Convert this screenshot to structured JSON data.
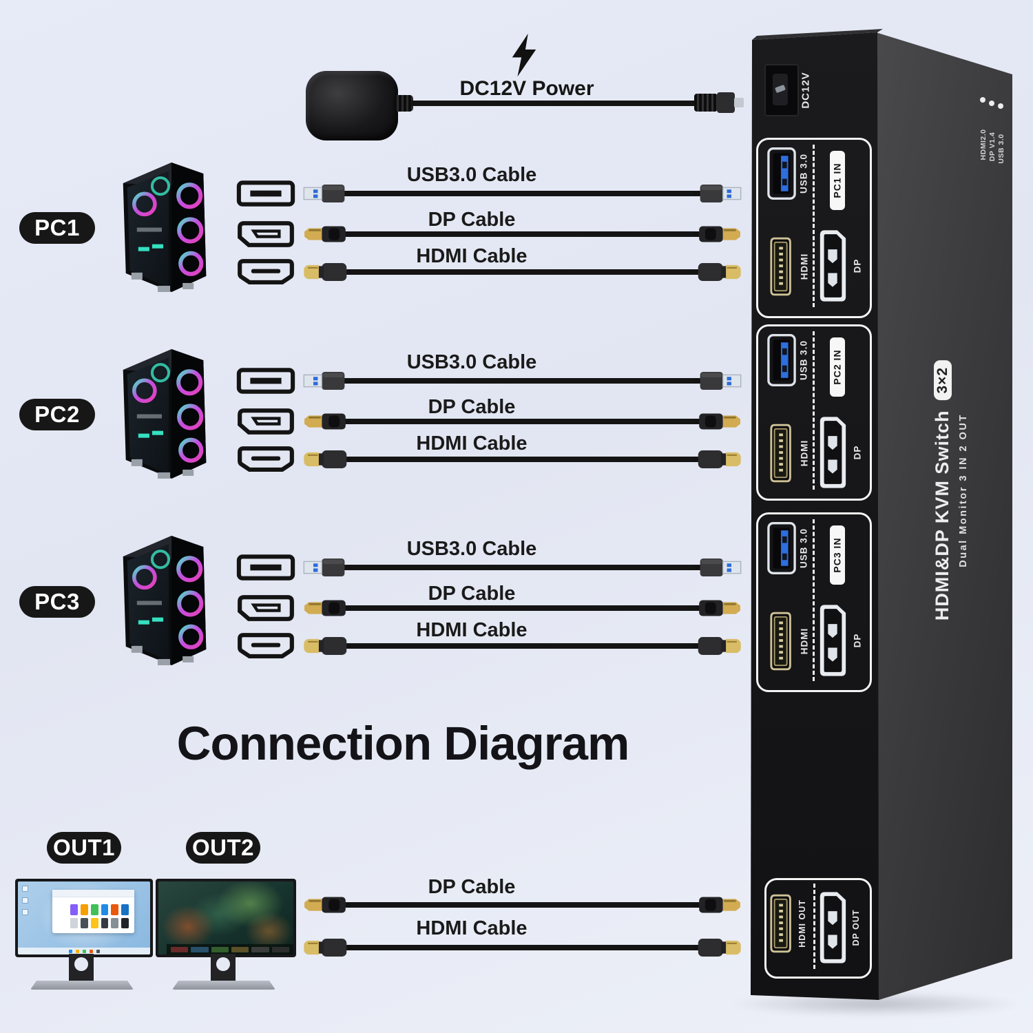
{
  "title": "Connection Diagram",
  "power": {
    "label": "DC12V Power"
  },
  "pcs": [
    {
      "label": "PC1",
      "cables": [
        "USB3.0 Cable",
        "DP Cable",
        "HDMI Cable"
      ]
    },
    {
      "label": "PC2",
      "cables": [
        "USB3.0 Cable",
        "DP Cable",
        "HDMI Cable"
      ]
    },
    {
      "label": "PC3",
      "cables": [
        "USB3.0 Cable",
        "DP Cable",
        "HDMI Cable"
      ]
    }
  ],
  "outputs": {
    "monitors": [
      {
        "label": "OUT1"
      },
      {
        "label": "OUT2"
      }
    ],
    "cables": [
      "DP Cable",
      "HDMI Cable"
    ]
  },
  "device": {
    "dc_port": "DC12V",
    "inputs": [
      {
        "group": "PC1 IN",
        "usb": "USB 3.0",
        "hdmi": "HDMI",
        "dp": "DP"
      },
      {
        "group": "PC2 IN",
        "usb": "USB 3.0",
        "hdmi": "HDMI",
        "dp": "DP"
      },
      {
        "group": "PC3 IN",
        "usb": "USB 3.0",
        "hdmi": "HDMI",
        "dp": "DP"
      }
    ],
    "output_group": {
      "hdmi": "HDMI OUT",
      "dp": "DP OUT"
    },
    "leds": [
      "HDMI2.0",
      "DP V1.4",
      "USB 3.0"
    ],
    "branding": {
      "title": "HDMI&DP KVM Switch",
      "badge": "3×2",
      "subtitle": "Dual Monitor 3 IN 2 OUT"
    }
  },
  "colors": {
    "background": "#e6eaf5",
    "usb_blue": "#2e6ede",
    "hdmi_gold": "#d8bb64",
    "device_black": "#151517",
    "device_side": "#39393b"
  }
}
